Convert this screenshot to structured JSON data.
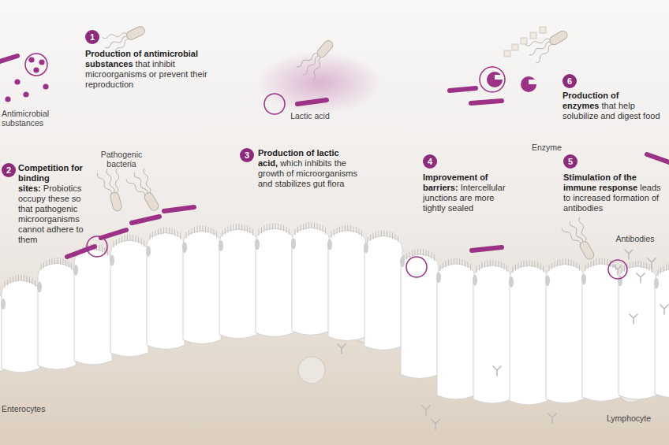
{
  "diagram": {
    "nodes": [
      {
        "text": [
          "1",
          "Production of antimicrobial substances",
          "that inhibit microorganisms or prevent their reproduction"
        ]
      },
      {
        "text": [
          "2",
          "Competition for binding sites:",
          "Probiotics occupy these so that pathogenic microorganisms cannot adhere to them"
        ]
      },
      {
        "text": [
          "3",
          "Production of lactic acid,",
          "which inhibits the growth of microorganisms and stabilizes gut flora"
        ]
      },
      {
        "text": [
          "4",
          "Improvement of barriers:",
          "Intercellular junctions are more tightly sealed"
        ]
      },
      {
        "text": [
          "5",
          "Stimulation of the immune response",
          "leads to increased formation of antibodies"
        ]
      },
      {
        "text": [
          "6",
          "Production of enzymes",
          "that help solubilize and digest food"
        ]
      }
    ],
    "labels": [
      "Antimicrobial substances",
      "Pathogenic bacteria",
      "Lactic acid",
      "Enzyme",
      "Antibodies",
      "Enterocytes",
      "Lymphocyte"
    ]
  }
}
